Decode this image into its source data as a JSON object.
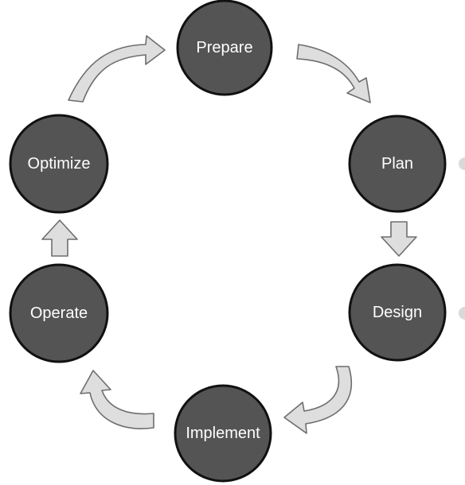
{
  "diagram": {
    "type": "cycle",
    "stages": [
      {
        "id": "prepare",
        "label": "Prepare"
      },
      {
        "id": "plan",
        "label": "Plan"
      },
      {
        "id": "design",
        "label": "Design"
      },
      {
        "id": "implement",
        "label": "Implement"
      },
      {
        "id": "operate",
        "label": "Operate"
      },
      {
        "id": "optimize",
        "label": "Optimize"
      }
    ],
    "flow": [
      [
        "prepare",
        "plan"
      ],
      [
        "plan",
        "design"
      ],
      [
        "design",
        "implement"
      ],
      [
        "implement",
        "operate"
      ],
      [
        "operate",
        "optimize"
      ],
      [
        "optimize",
        "prepare"
      ]
    ],
    "colors": {
      "node_fill": "#545454",
      "node_stroke": "#111111",
      "label_text": "#ffffff",
      "arrow_fill": "#dedede",
      "arrow_stroke": "#6e6e6e"
    }
  }
}
